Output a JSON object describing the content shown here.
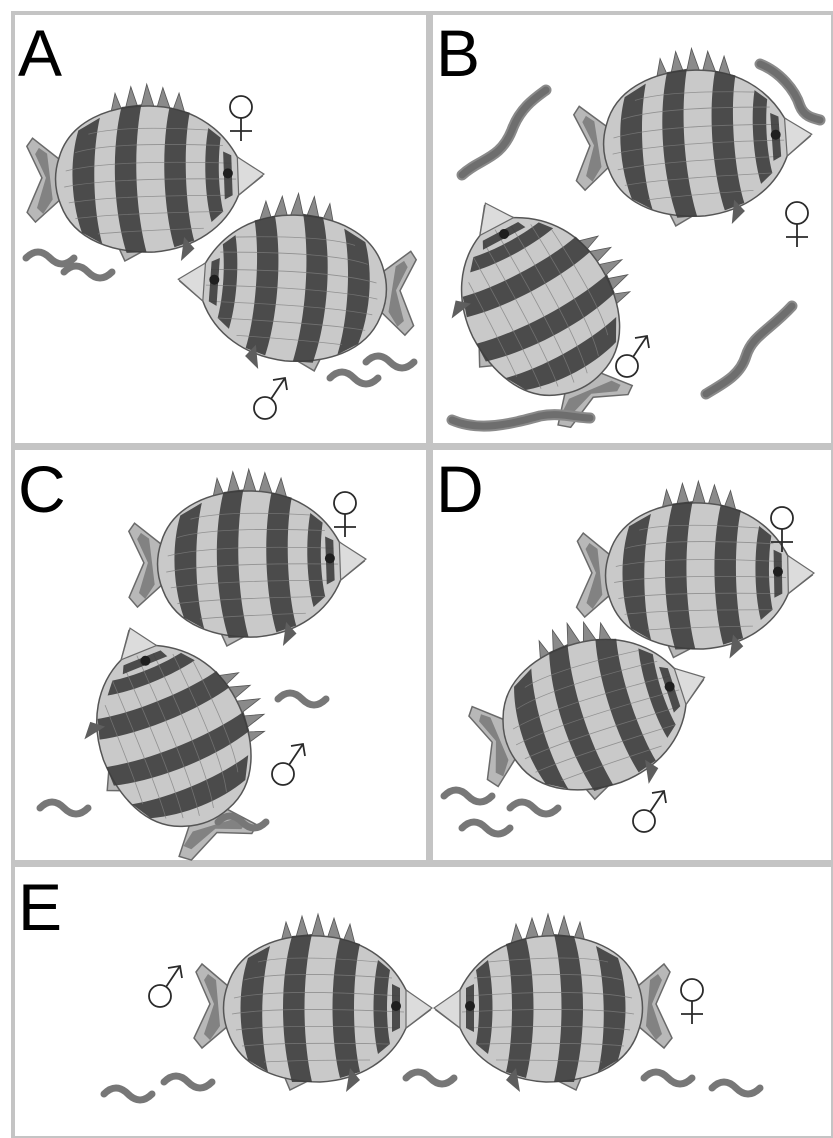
{
  "panels": [
    {
      "id": "A",
      "label": "A"
    },
    {
      "id": "B",
      "label": "B"
    },
    {
      "id": "C",
      "label": "C"
    },
    {
      "id": "D",
      "label": "D"
    },
    {
      "id": "E",
      "label": "E"
    }
  ],
  "symbols": {
    "female": "female-sign",
    "male": "male-sign"
  },
  "colors": {
    "panel_border": "#c4c4c4",
    "fish_stripe": "#3d3d3d",
    "fish_body": "#c9c9c9",
    "food": "#777777",
    "worm": "#6e6e6e"
  }
}
